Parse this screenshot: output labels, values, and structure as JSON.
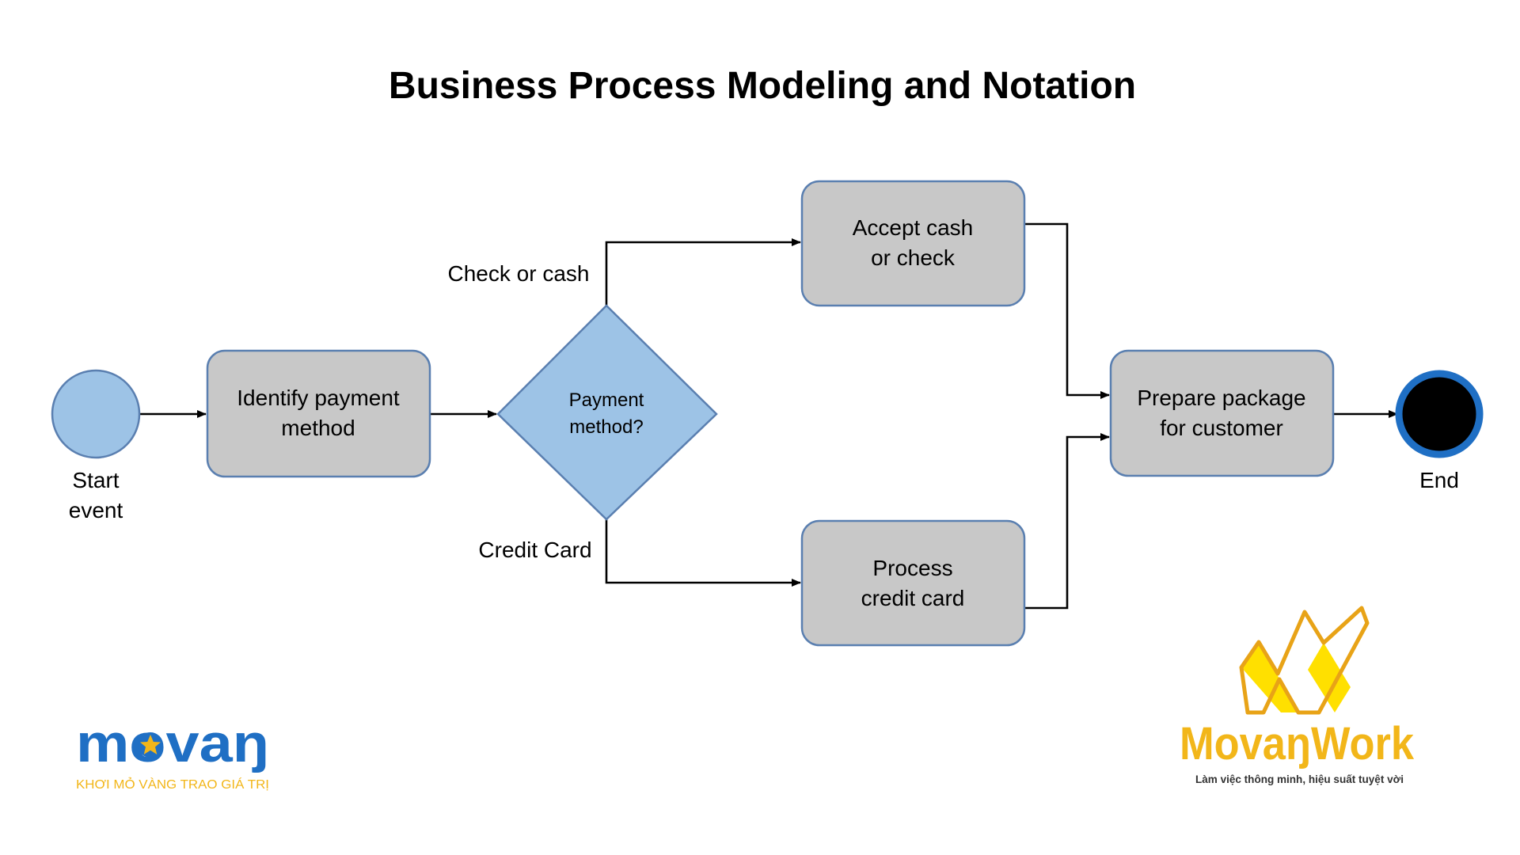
{
  "title": "Business Process Modeling and Notation",
  "colors": {
    "task_fill": "#c8c8c8",
    "task_stroke": "#5a7fb0",
    "gateway_fill": "#9dc3e6",
    "start_fill": "#9dc3e6",
    "end_fill": "#000000",
    "end_ring": "#1f6fc4",
    "movan_blue": "#1f6fc4",
    "brand_yellow": "#f2b619"
  },
  "nodes": {
    "start": {
      "label_line1": "Start",
      "label_line2": "event"
    },
    "identify": {
      "line1": "Identify payment",
      "line2": "method"
    },
    "gateway": {
      "line1": "Payment",
      "line2": "method?"
    },
    "accept": {
      "line1": "Accept cash",
      "line2": "or check"
    },
    "process": {
      "line1": "Process",
      "line2": "credit card"
    },
    "prepare": {
      "line1": "Prepare package",
      "line2": "for customer"
    },
    "end": {
      "label": "End"
    }
  },
  "edges": {
    "check_or_cash": "Check or cash",
    "credit_card": "Credit Card"
  },
  "branding": {
    "movan": {
      "name": "movaŋ",
      "tagline": "KHƠI MỎ VÀNG TRAO GIÁ TRỊ",
      "icon": "star-icon"
    },
    "movanwork": {
      "name": "MovaŋWork",
      "tagline": "Làm việc thông minh, hiệu suất tuyệt vời",
      "icon": "w-logo-icon"
    }
  }
}
